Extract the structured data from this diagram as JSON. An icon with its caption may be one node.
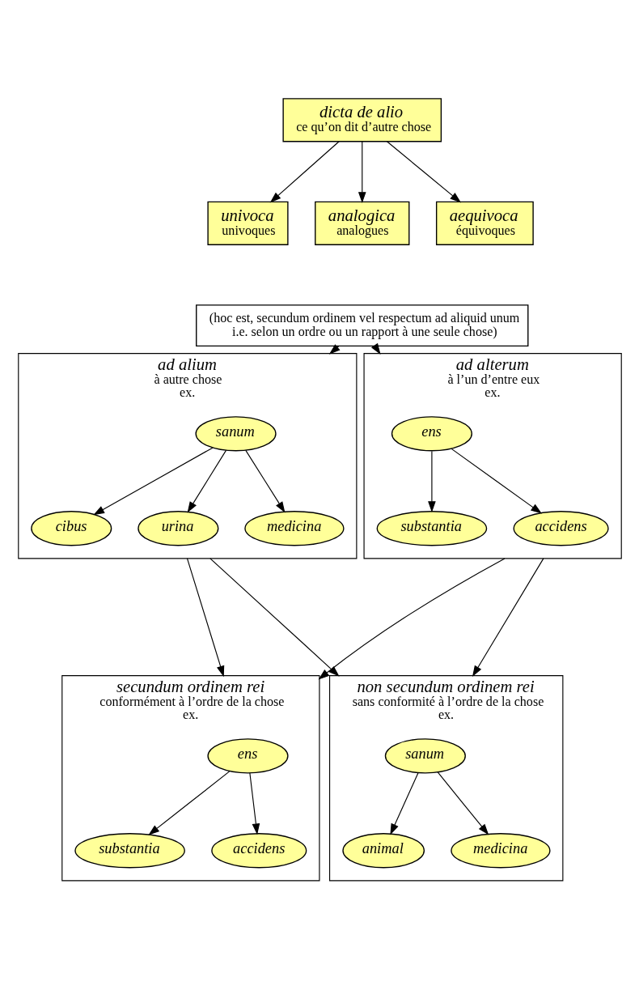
{
  "diagram": {
    "nodes": [
      {
        "text": [
          "dicta de alio",
          "ce qu’on dit d’autre chose"
        ]
      },
      {
        "text": [
          "univoca",
          "univoques"
        ]
      },
      {
        "text": [
          "analogica",
          "analogues"
        ]
      },
      {
        "text": [
          "aequivoca",
          "équivoques"
        ]
      },
      {
        "text": [
          "(hoc est, secundum ordinem vel respectum ad aliquid unum",
          "i.e. selon un ordre ou un rapport à une seule chose)"
        ]
      },
      {
        "text": [
          "ad alium",
          "à autre chose",
          "ex."
        ]
      },
      {
        "text": [
          "sanum"
        ],
        "in": 5
      },
      {
        "text": [
          "medicina"
        ],
        "in": 5
      },
      {
        "text": [
          "cibus"
        ],
        "in": 5
      },
      {
        "text": [
          "urina"
        ],
        "in": 5
      },
      {
        "text": [
          "ad alterum",
          "à l’un d’entre eux",
          "ex."
        ]
      },
      {
        "text": [
          "ens"
        ],
        "in": 10
      },
      {
        "text": [
          "substantia"
        ],
        "in": 10
      },
      {
        "text": [
          "accidens"
        ],
        "in": 10
      },
      {
        "text": [
          "secundum ordinem rei",
          "conformément à l’ordre de la chose",
          "ex."
        ]
      },
      {
        "text": [
          "ens"
        ],
        "in": 14
      },
      {
        "text": [
          "substantia"
        ],
        "in": 14
      },
      {
        "text": [
          "accidens"
        ],
        "in": 14
      },
      {
        "text": [
          "non secundum ordinem rei",
          "sans conformité à l’ordre de la chose",
          "ex."
        ]
      },
      {
        "text": [
          "sanum"
        ],
        "in": 18
      },
      {
        "text": [
          "animal"
        ],
        "in": 18
      },
      {
        "text": [
          "medicina"
        ],
        "in": 18
      }
    ],
    "edges": [
      {
        "from": 0,
        "to": 1,
        "arrow": "to"
      },
      {
        "from": 0,
        "to": 2,
        "arrow": "to"
      },
      {
        "from": 0,
        "to": 3,
        "arrow": "to"
      },
      {
        "from": 4,
        "to": 5,
        "arrow": "to"
      },
      {
        "from": 4,
        "to": 10,
        "arrow": "to"
      },
      {
        "from": 6,
        "to": 7,
        "arrow": "to"
      },
      {
        "from": 6,
        "to": 8,
        "arrow": "to"
      },
      {
        "from": 6,
        "to": 9,
        "arrow": "to"
      },
      {
        "from": 11,
        "to": 12,
        "arrow": "to"
      },
      {
        "from": 11,
        "to": 13,
        "arrow": "to"
      },
      {
        "from": 5,
        "to": 14,
        "arrow": "to"
      },
      {
        "from": 5,
        "to": 18,
        "arrow": "to"
      },
      {
        "from": 10,
        "to": 14,
        "arrow": "to"
      },
      {
        "from": 10,
        "to": 18,
        "arrow": "to"
      },
      {
        "from": 15,
        "to": 16,
        "arrow": "to"
      },
      {
        "from": 15,
        "to": 17,
        "arrow": "to"
      },
      {
        "from": 19,
        "to": 20,
        "arrow": "to"
      },
      {
        "from": 19,
        "to": 21,
        "arrow": "to"
      }
    ]
  }
}
